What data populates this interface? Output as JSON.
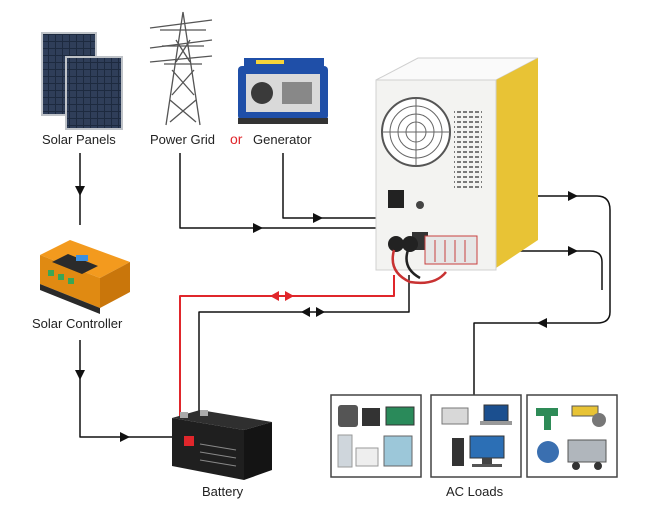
{
  "labels": {
    "solar_panels": "Solar Panels",
    "power_grid": "Power Grid",
    "or": "or",
    "generator": "Generator",
    "solar_controller": "Solar Controller",
    "battery": "Battery",
    "ac_loads": "AC Loads"
  },
  "colors": {
    "wire": "#111111",
    "battery_wire": "#e0262b",
    "or_text": "#e0262b",
    "controller_orange": "#f39a1e",
    "generator_blue": "#1f4fa8",
    "inverter_body": "#f3f3f1",
    "inverter_side": "#e8c335"
  },
  "icons": {
    "solar_panels": "solar-panel-icon",
    "power_grid": "transmission-tower-icon",
    "generator": "generator-icon",
    "inverter": "inverter-icon",
    "solar_controller": "charge-controller-icon",
    "battery": "battery-icon",
    "loads": [
      "home-appliances-icon",
      "office-equipment-icon",
      "power-tools-icon"
    ]
  }
}
